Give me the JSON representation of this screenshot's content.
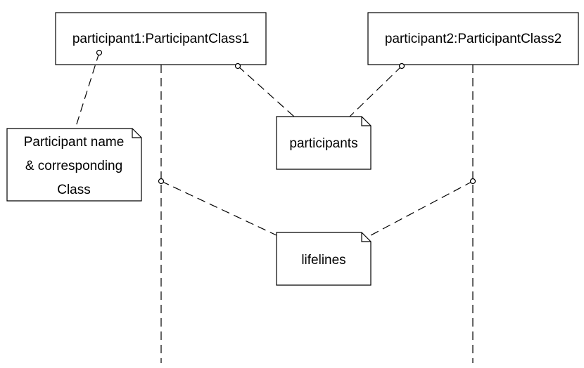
{
  "participants": [
    {
      "label": "participant1:ParticipantClass1"
    },
    {
      "label": "participant2:ParticipantClass2"
    }
  ],
  "notes": {
    "name_class": {
      "lines": [
        "Participant name",
        "& corresponding",
        "Class"
      ]
    },
    "participants": {
      "lines": [
        "participants"
      ]
    },
    "lifelines": {
      "lines": [
        "lifelines"
      ]
    }
  },
  "colors": {
    "stroke": "#000000",
    "background": "#ffffff"
  }
}
